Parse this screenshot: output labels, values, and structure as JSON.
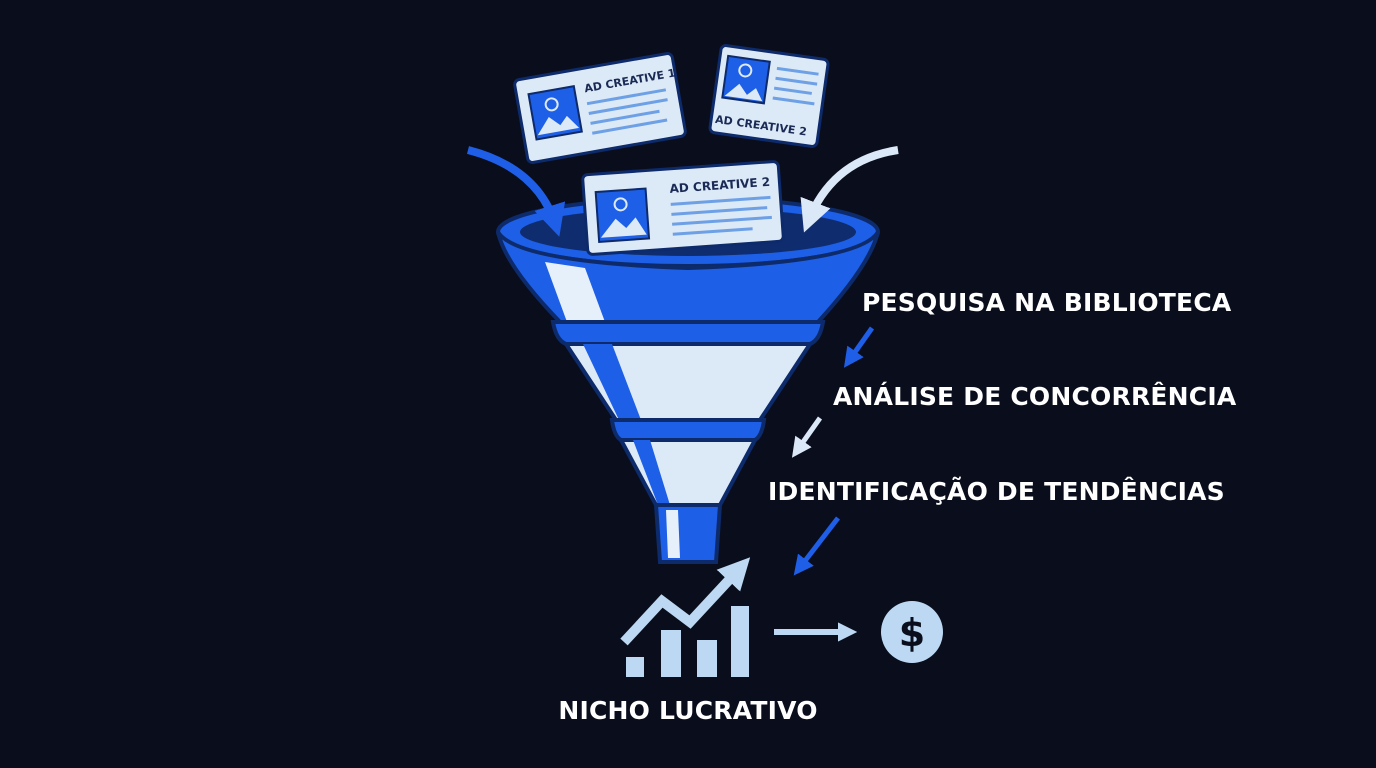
{
  "colors": {
    "background": "#0a0e1c",
    "funnel_blue": "#1d5fe6",
    "funnel_light": "#dce9f7",
    "funnel_outline": "#0d2a6b",
    "arrow_blue": "#1f5fe8",
    "arrow_light": "#dbe8f8",
    "icon_light": "#bcd8f2",
    "label_white": "#ffffff"
  },
  "cards": [
    {
      "title": "AD CREATIVE 1"
    },
    {
      "title": "AD CREATIVE 2"
    },
    {
      "title": "AD CREATIVE 2"
    }
  ],
  "steps": [
    {
      "label": "PESQUISA NA BIBLIOTECA"
    },
    {
      "label": "ANÁLISE DE CONCORRÊNCIA"
    },
    {
      "label": "IDENTIFICAÇÃO DE TENDÊNCIAS"
    }
  ],
  "result": {
    "label": "NICHO LUCRATIVO",
    "icon": "growth-chart-icon",
    "outcome_icon": "dollar-coin-icon",
    "outcome_symbol": "$"
  }
}
